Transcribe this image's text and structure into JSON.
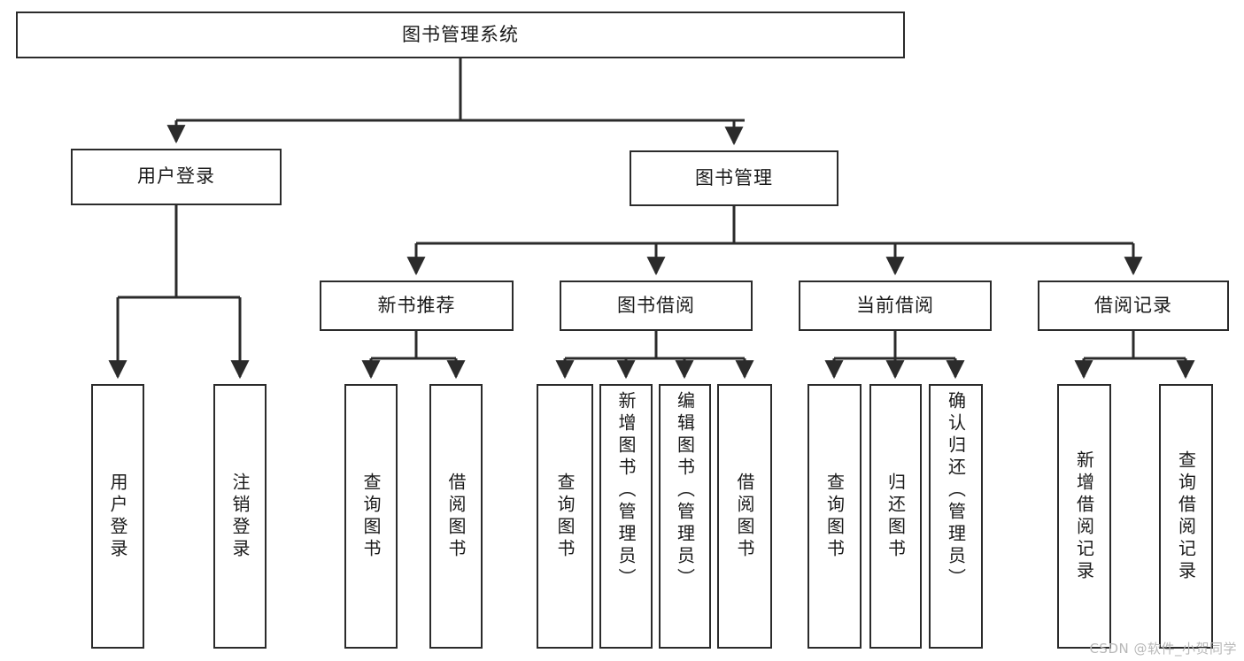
{
  "diagram": {
    "type": "tree-hierarchy-chart",
    "title": "图书管理系统",
    "orientation": "top-down",
    "colors": {
      "box_border": "#2b2b2b",
      "box_fill": "#ffffff",
      "connector": "#2b2b2b",
      "text": "#1a1a1a",
      "watermark": "#b8b8b8"
    },
    "root": {
      "label": "图书管理系统"
    },
    "level2": [
      {
        "id": "user-login",
        "label": "用户登录"
      },
      {
        "id": "book-manage",
        "label": "图书管理"
      }
    ],
    "level3": [
      {
        "id": "new-book-recommend",
        "label": "新书推荐"
      },
      {
        "id": "book-borrow",
        "label": "图书借阅"
      },
      {
        "id": "current-borrow",
        "label": "当前借阅"
      },
      {
        "id": "borrow-record",
        "label": "借阅记录"
      }
    ],
    "leaves": {
      "user-login": [
        {
          "id": "leaf-user-login",
          "label": "用户登录"
        },
        {
          "id": "leaf-user-logout",
          "label": "注销登录"
        }
      ],
      "new-book-recommend": [
        {
          "id": "leaf-query-book-1",
          "label": "查询图书"
        },
        {
          "id": "leaf-borrow-book-1",
          "label": "借阅图书"
        }
      ],
      "book-borrow": [
        {
          "id": "leaf-query-book-2",
          "label": "查询图书"
        },
        {
          "id": "leaf-add-book",
          "label": "新增图书（管理员）"
        },
        {
          "id": "leaf-edit-book",
          "label": "编辑图书（管理员）"
        },
        {
          "id": "leaf-borrow-book-2",
          "label": "借阅图书"
        }
      ],
      "current-borrow": [
        {
          "id": "leaf-query-book-3",
          "label": "查询图书"
        },
        {
          "id": "leaf-return-book",
          "label": "归还图书"
        },
        {
          "id": "leaf-confirm-return",
          "label": "确认归还（管理员）"
        }
      ],
      "borrow-record": [
        {
          "id": "leaf-add-record",
          "label": "新增借阅记录"
        },
        {
          "id": "leaf-query-record",
          "label": "查询借阅记录"
        }
      ]
    }
  },
  "watermark": {
    "text": "CSDN @软件_小贺同学"
  }
}
